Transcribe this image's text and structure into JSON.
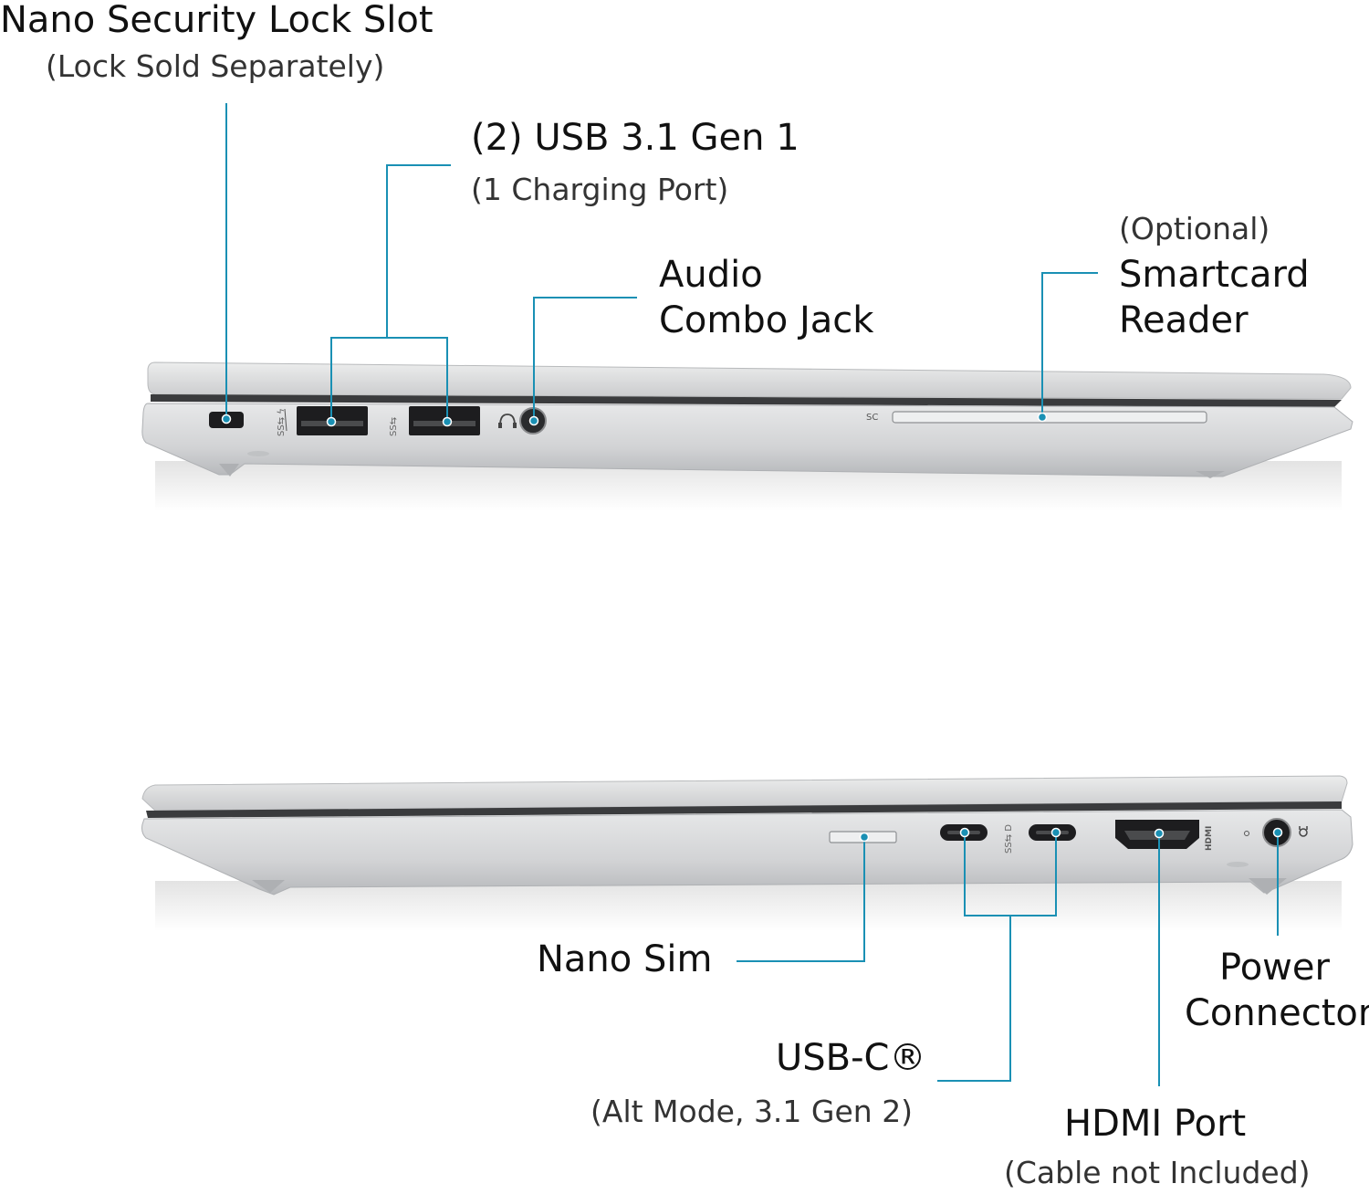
{
  "labels": {
    "lock_title": "Nano Security Lock Slot",
    "lock_sub": "(Lock Sold Separately)",
    "usb_title": "(2) USB 3.1 Gen 1",
    "usb_sub": "(1 Charging Port)",
    "audio_line1": "Audio",
    "audio_line2": "Combo Jack",
    "smart_opt": "(Optional)",
    "smart_line1": "Smartcard",
    "smart_line2": "Reader",
    "sim": "Nano Sim",
    "usbc_title": "USB-C®",
    "usbc_sub": "(Alt Mode, 3.1 Gen 2)",
    "power_line1": "Power",
    "power_line2": "Connector",
    "hdmi_title": "HDMI Port",
    "hdmi_sub": "(Cable not Included)"
  },
  "port_marks": {
    "smartcard": "SC",
    "hdmi": "HDMI"
  },
  "colors": {
    "callout": "#1a90b4",
    "laptop_body": "#d9dadc",
    "laptop_edge": "#b9bbbe",
    "port": "#1d1d1f"
  },
  "icons": [
    "lock-slot-icon",
    "usb-a-icon",
    "headphone-icon",
    "usb-c-icon",
    "hdmi-icon",
    "power-plug-icon"
  ]
}
